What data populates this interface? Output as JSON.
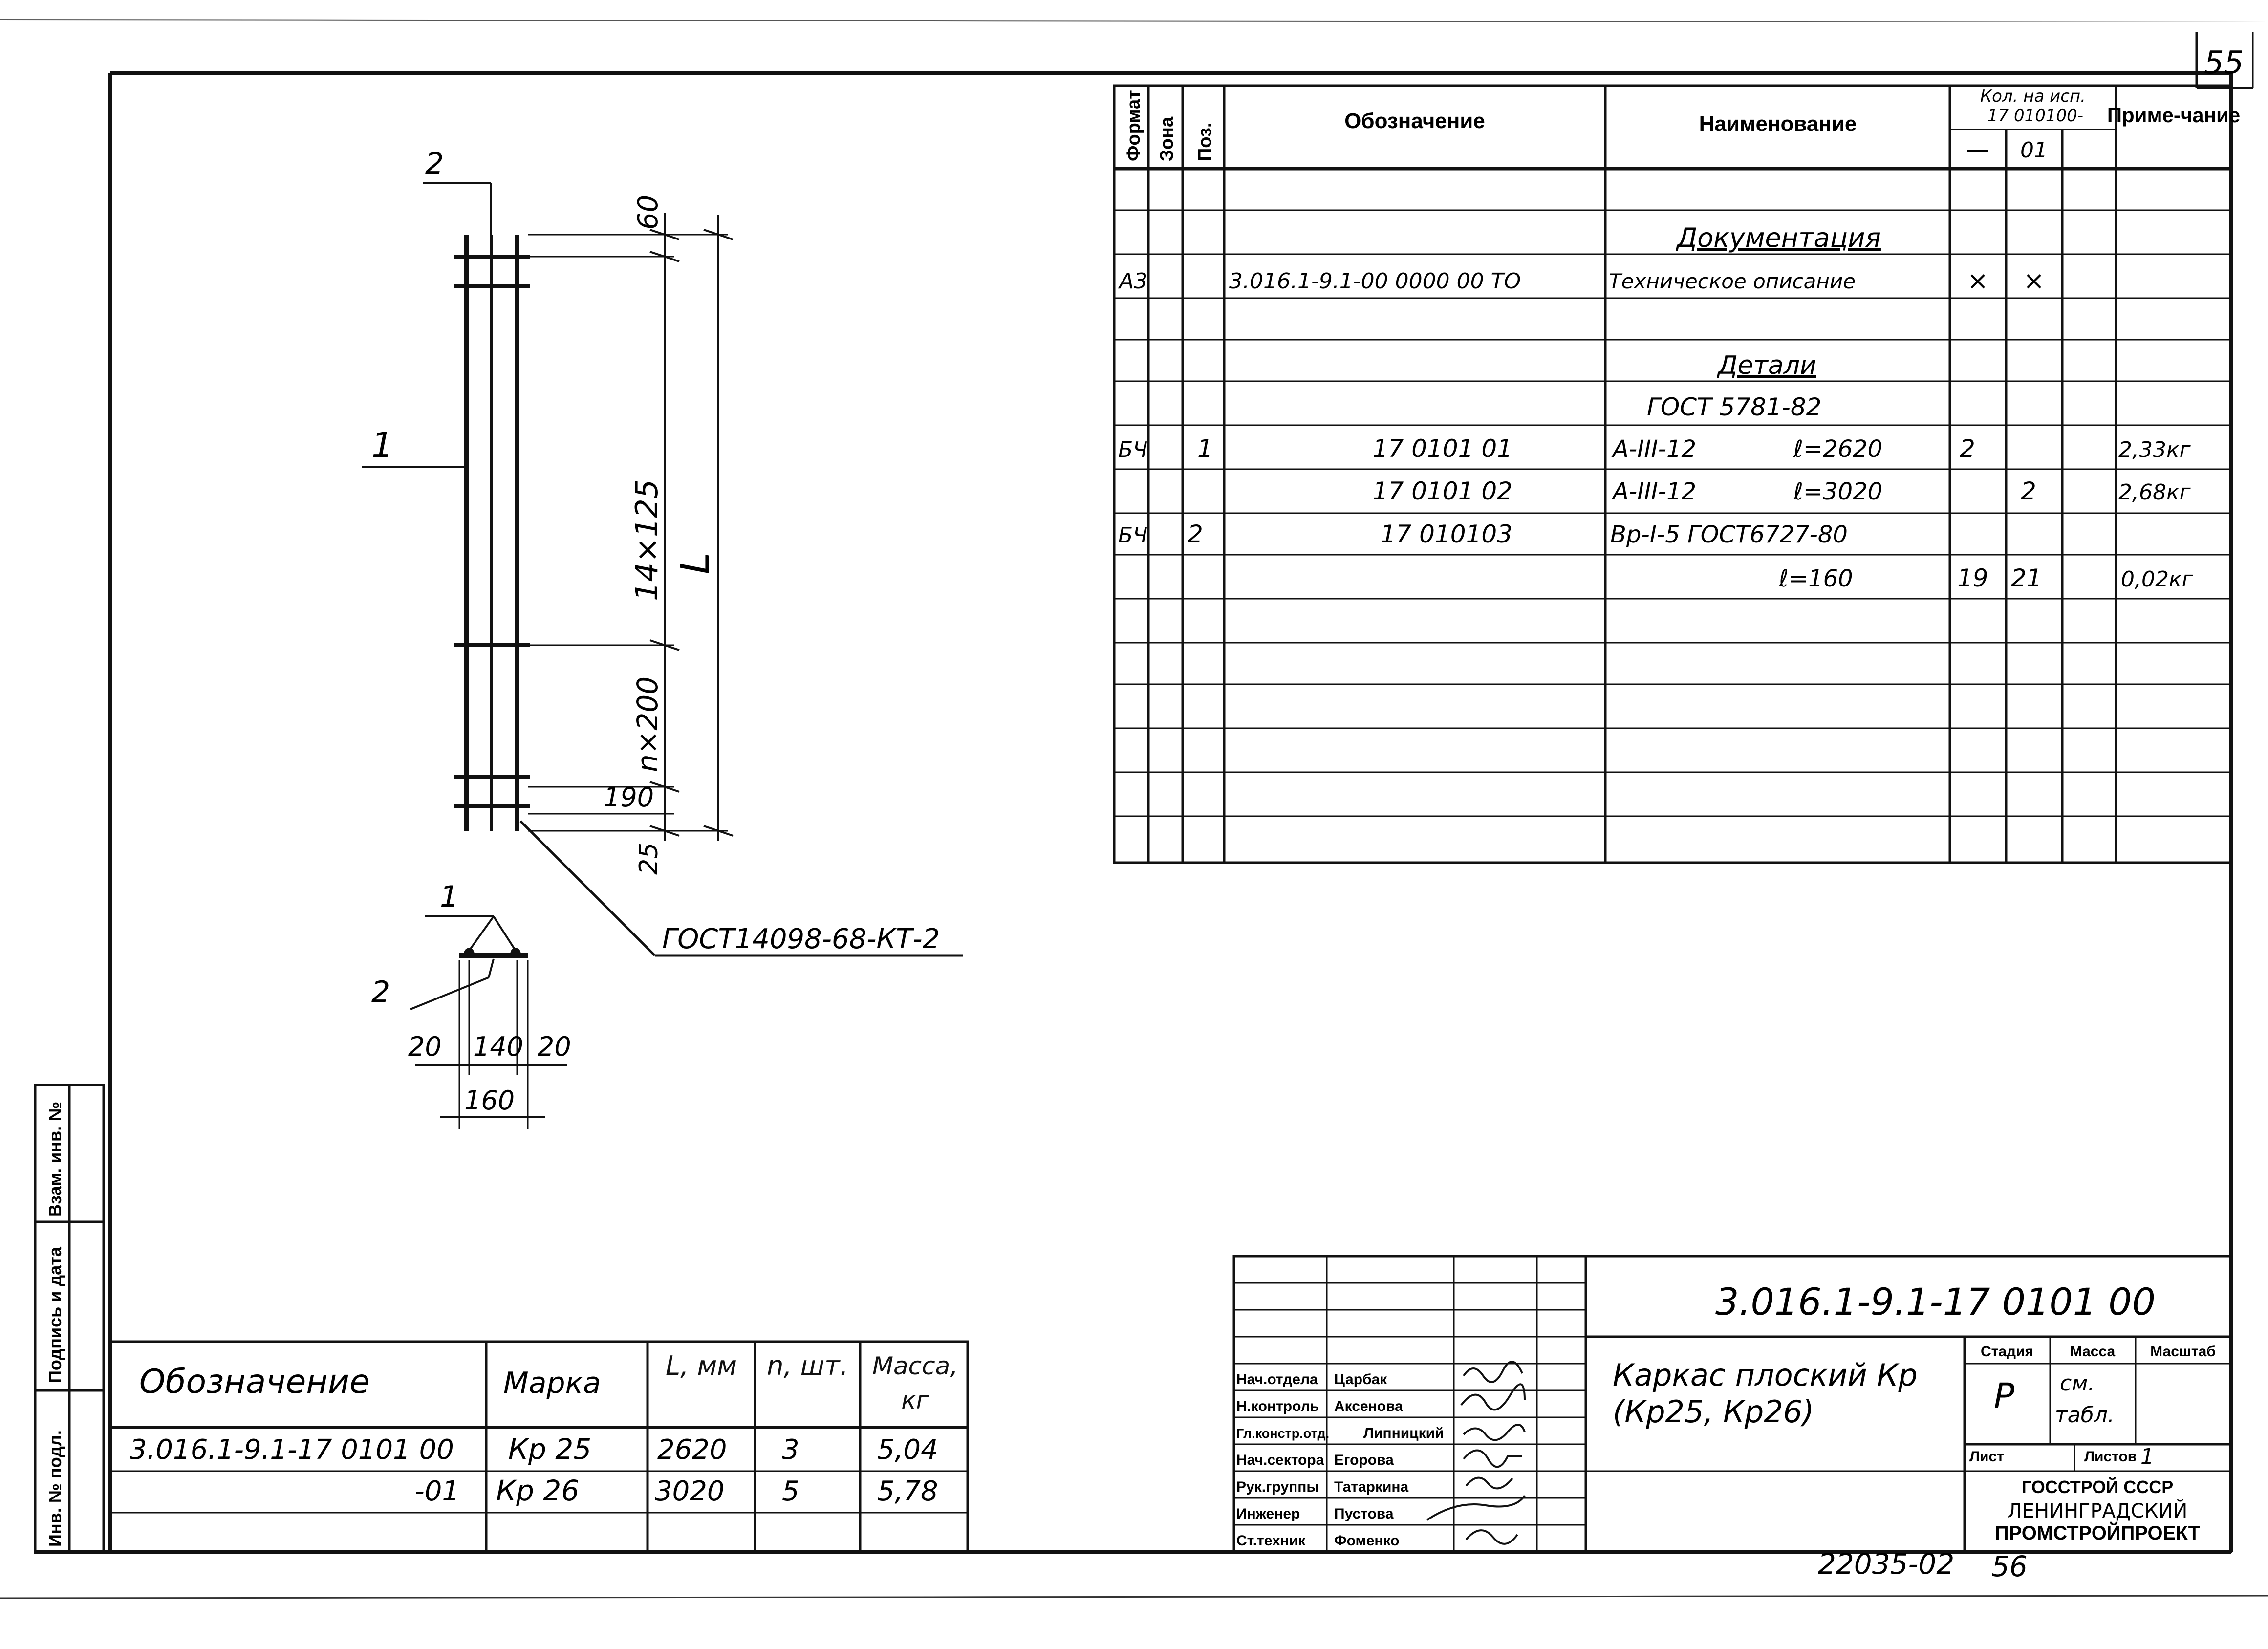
{
  "sheet_number": "55",
  "spec": {
    "headers": {
      "format": "Формат",
      "zone": "Зона",
      "pos": "Поз.",
      "designation": "Обозначение",
      "name": "Наименование",
      "qty_top": "Кол. на исп.",
      "qty_code": "17 010100-",
      "qty_dash": "—",
      "qty_01": "01",
      "note": "Приме-чание"
    },
    "section_docs": "Документация",
    "doc_row": {
      "format": "А3",
      "designation": "3.016.1-9.1-00 0000 00 ТО",
      "name": "Техническое описание",
      "q1": "×",
      "q2": "×"
    },
    "section_parts": "Детали",
    "gost_parts": "ГОСТ 5781-82",
    "rows": [
      {
        "format": "БЧ",
        "pos": "1",
        "designation": "17 0101 01",
        "name": "А-III-12",
        "length": "ℓ=2620",
        "q1": "2",
        "q2": "",
        "note": "2,33кг"
      },
      {
        "format": "",
        "pos": "",
        "designation": "17 0101 02",
        "name": "А-III-12",
        "length": "ℓ=3020",
        "q1": "",
        "q2": "2",
        "note": "2,68кг"
      },
      {
        "format": "БЧ",
        "pos": "2",
        "designation": "17 010103",
        "name": "Вр-I-5 ГОСТ6727-80",
        "length": "",
        "q1": "",
        "q2": "",
        "note": ""
      },
      {
        "format": "",
        "pos": "",
        "designation": "",
        "name": "",
        "length": "ℓ=160",
        "q1": "19",
        "q2": "21",
        "note": "0,02кг"
      }
    ]
  },
  "drawing": {
    "leader_2": "2",
    "leader_1": "1",
    "dim_60": "60",
    "dim_14x125": "14×125",
    "dim_L": "L",
    "dim_nx200": "n×200",
    "dim_190": "190",
    "dim_25": "25",
    "weld_note": "ГОСТ14098-68-КТ-2",
    "section_1": "1",
    "section_2": "2",
    "dim_20a": "20",
    "dim_140": "140",
    "dim_20b": "20",
    "dim_160": "160"
  },
  "marks_table": {
    "headers": {
      "designation": "Обозначение",
      "mark": "Марка",
      "L": "L, мм",
      "n": "n, шт.",
      "mass": "Масса, кг"
    },
    "rows": [
      {
        "designation": "3.016.1-9.1-17 0101 00",
        "mark": "Кр 25",
        "L": "2620",
        "n": "3",
        "mass": "5,04"
      },
      {
        "designation": "-01",
        "mark": "Кр 26",
        "L": "3020",
        "n": "5",
        "mass": "5,78"
      }
    ]
  },
  "side_stamp": {
    "inv_podl": "Инв. № подл.",
    "podpis": "Подпись и дата",
    "vzam": "Взам. инв. №"
  },
  "title_block": {
    "code": "3.016.1-9.1-17 0101 00",
    "title_line1": "Каркас плоский Кр",
    "title_line2": "(Кр25, Кр26)",
    "stage_label": "Стадия",
    "mass_label": "Масса",
    "scale_label": "Масштаб",
    "stage": "Р",
    "mass_val1": "см.",
    "mass_val2": "табл.",
    "sheet_label": "Лист",
    "sheets_label": "Листов",
    "sheets_val": "1",
    "org1": "ГОССТРОЙ СССР",
    "org2": "ЛЕНИНГРАДСКИЙ",
    "org3": "ПРОМСТРОЙПРОЕКТ",
    "people": [
      {
        "role": "Нач.отдела",
        "name": "Царбак"
      },
      {
        "role": "Н.контроль",
        "name": "Аксенова"
      },
      {
        "role": "Гл.констр.отд.",
        "name": "Липницкий"
      },
      {
        "role": "Нач.сектора",
        "name": "Егорова"
      },
      {
        "role": "Рук.группы",
        "name": "Татаркина"
      },
      {
        "role": "Инженер",
        "name": "Пустова"
      },
      {
        "role": "Ст.техник",
        "name": "Фоменко"
      }
    ]
  },
  "footer_code": "22035-02",
  "footer_num": "56"
}
